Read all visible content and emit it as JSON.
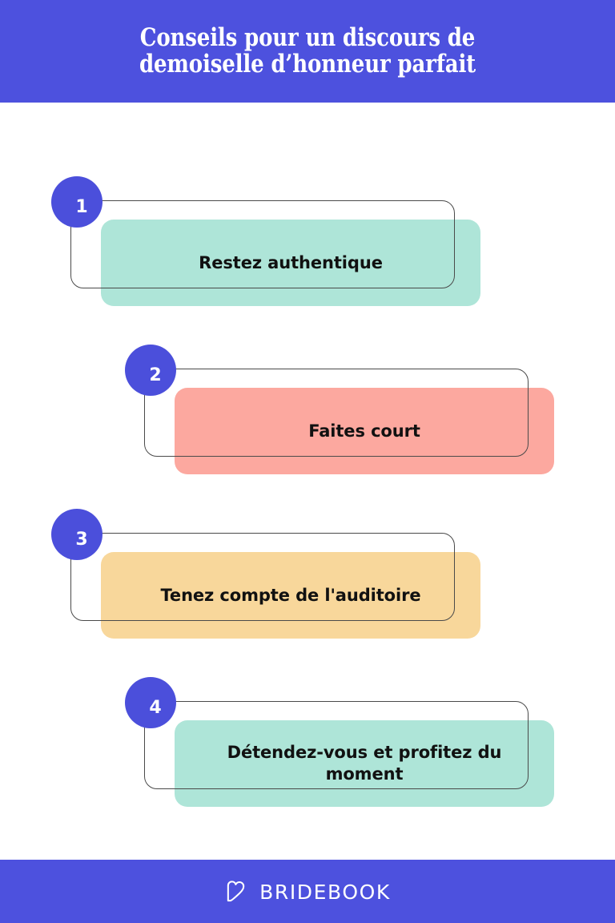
{
  "header": {
    "title": "Conseils pour un discours de\ndemoiselle d’honneur parfait",
    "background_color": "#4d51de",
    "text_color": "#ffffff"
  },
  "tips": [
    {
      "number": "1",
      "text": "Restez authentique",
      "fill_color": "#aee5d8",
      "align": "left"
    },
    {
      "number": "2",
      "text": "Faites court",
      "fill_color": "#fca89f",
      "align": "right"
    },
    {
      "number": "3",
      "text": "Tenez compte de l'auditoire",
      "fill_color": "#f8d79b",
      "align": "left"
    },
    {
      "number": "4",
      "text": "Détendez-vous et profitez du moment",
      "fill_color": "#aee5d8",
      "align": "right"
    }
  ],
  "footer": {
    "brand": "BRIDEBOOK",
    "logo_icon": "heart-bookmark-icon",
    "background_color": "#4d51de",
    "text_color": "#ffffff"
  },
  "theme": {
    "badge_color": "#4b4fdb",
    "outline_color": "#4a4a4a",
    "page_background": "#ffffff",
    "card_text_color": "#111111"
  }
}
